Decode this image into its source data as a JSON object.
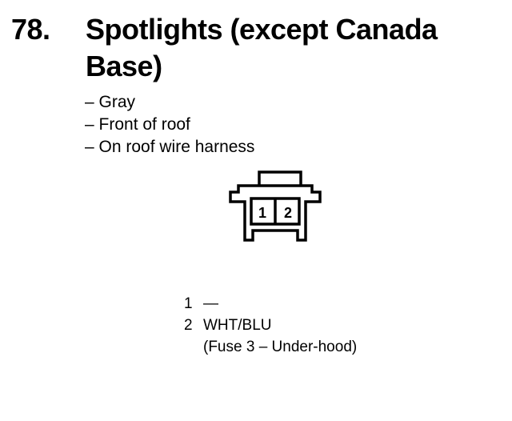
{
  "heading": {
    "number": "78.",
    "title": "Spotlights (except Canada Base)"
  },
  "specs": [
    "– Gray",
    "– Front of roof",
    "– On roof wire harness"
  ],
  "connector": {
    "cavities": [
      "1",
      "2"
    ]
  },
  "pins": [
    {
      "number": "1",
      "wire": "—",
      "note": ""
    },
    {
      "number": "2",
      "wire": "WHT/BLU",
      "note": "(Fuse 3 – Under-hood)"
    }
  ]
}
